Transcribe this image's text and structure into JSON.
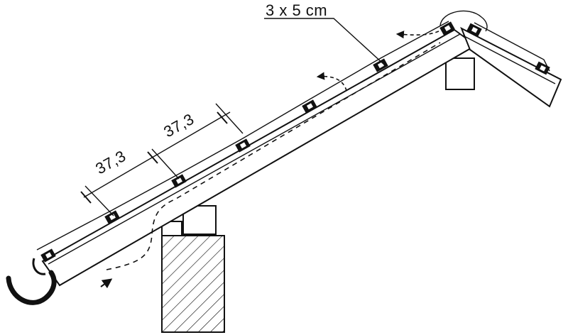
{
  "labels": {
    "batten_size": "3 x 5 cm",
    "spacing_1": "37,3",
    "spacing_2": "37,3"
  },
  "colors": {
    "ink": "#111111",
    "background": "#ffffff"
  },
  "icons": [
    "gutter-icon",
    "airflow-arrow-icon",
    "ridge-circle-icon"
  ]
}
